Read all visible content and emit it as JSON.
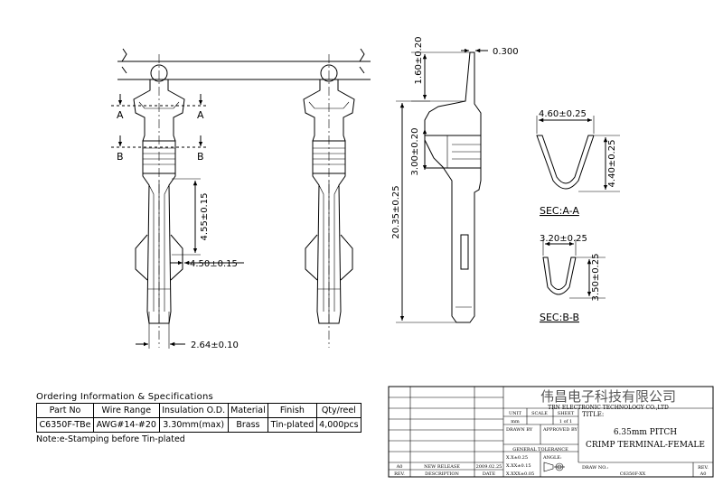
{
  "dimensions": {
    "thickness": "0.300",
    "top_height": "1.60±0.20",
    "barrel_height": "3.00±0.20",
    "total_length": "20.35±0.25",
    "contact_length": "4.55±0.15",
    "contact_width": "4.50±0.15",
    "pitch_width": "2.64±0.10",
    "sec_a_width": "4.60±0.25",
    "sec_a_height": "4.40±0.25",
    "sec_b_width": "3.20±0.25",
    "sec_b_height": "3.50±0.25"
  },
  "section_marks": {
    "a": "A",
    "b": "B"
  },
  "section_labels": {
    "a": "SEC:A-A",
    "b": "SEC:B-B"
  },
  "ordering": {
    "title": "Ordering Information & Specifications",
    "headers": [
      "Part No",
      "Wire Range",
      "Insulation O.D.",
      "Material",
      "Finish",
      "Qty/reel"
    ],
    "rows": [
      [
        "C6350F-TBe",
        "AWG#14-#20",
        "3.30mm(max)",
        "Brass",
        "Tin-plated",
        "4,000pcs"
      ]
    ],
    "note": "Note:e-Stamping before Tin-plated"
  },
  "title_block": {
    "company_cn": "伟昌电子科技有限公司",
    "company_en": "TRN ELECTRONIC TECHNOLOGY CO.,LTD",
    "unit_label": "UNIT",
    "unit_value": "mm",
    "scale_label": "SCALE",
    "sheet_label": "SHEET",
    "sheet_value": "1 of 1",
    "title_label": "TITLE:",
    "title_line1": "6.35mm PITCH",
    "title_line2": "CRIMP TERMINAL-FEMALE",
    "drawn_by": "DRAWN BY",
    "approved_by": "APPROVED BY",
    "general_tolerance": "GENERAL TOLERANCE",
    "angle": "ANGLE:",
    "tol1": "X.X±0.25",
    "tol2": "X.XX±0.15",
    "tol3": "X.XXX±0.05",
    "rev_row": [
      "A0",
      "NEW RELEASE",
      "2009.02.25"
    ],
    "rev_headers": [
      "REV.",
      "DESCRIPTION",
      "DATE"
    ],
    "draw_no_label": "DRAW NO.:",
    "draw_no": "C6350F-XX",
    "rev_label": "REV.",
    "rev_value": "A0"
  }
}
